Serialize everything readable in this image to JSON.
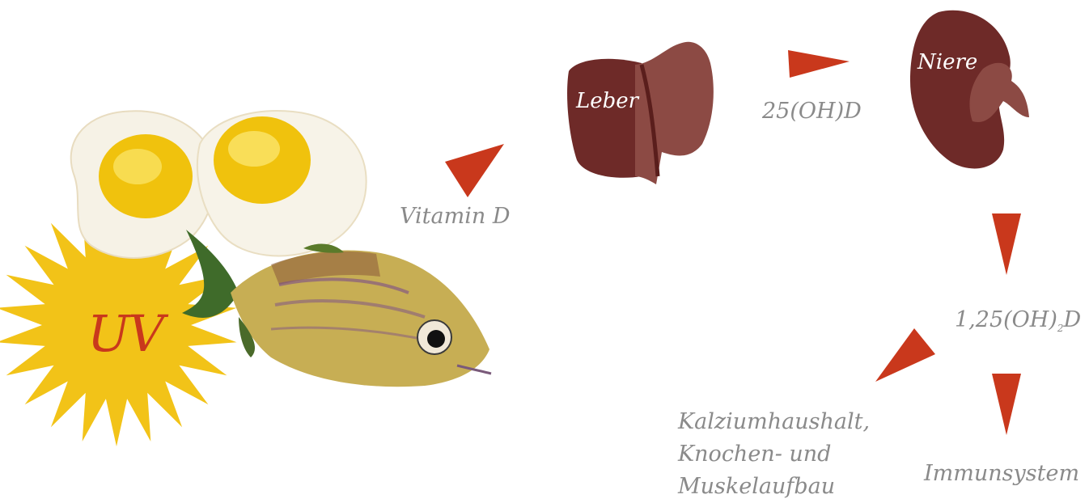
{
  "colors": {
    "arrow": "#c9381c",
    "label_text": "#8a8a8a",
    "organ_dark": "#6e2a28",
    "organ_light": "#8c4a44",
    "sun": "#f2c318",
    "uv_text": "#c9381c"
  },
  "sources": {
    "uv_label": "UV",
    "sun_icon": "sun-burst-icon",
    "eggs_icon": "fried-eggs-icon",
    "fish_icon": "fish-icon"
  },
  "labels": {
    "vitamin_d": "Vitamin D",
    "leber": "Leber",
    "oh_d_25": "25(OH)D",
    "niere": "Niere",
    "oh2_d_main": "1,25(OH)",
    "oh2_d_sub": "2",
    "oh2_d_tail": "D",
    "immunsystem": "Immunsystem",
    "outcome_lines": [
      "Kalziumhaushalt,",
      "Knochen- und",
      "Muskelaufbau"
    ]
  }
}
